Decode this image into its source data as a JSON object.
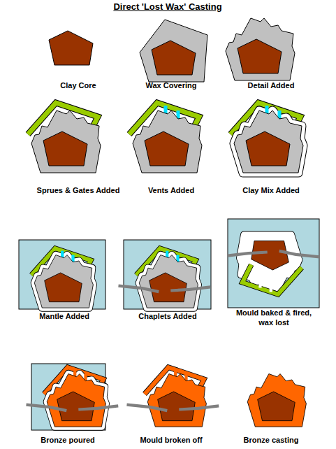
{
  "diagram": {
    "title": "Direct 'Lost Wax' Casting",
    "labels": [
      "Clay Core",
      "Wax Covering",
      "Detail Added",
      "Sprues & Gates Added",
      "Vents Added",
      "Clay Mix Added",
      "Mantle Added",
      "Chaplets Added",
      "Mould baked & fired, wax lost",
      "Bronze poured",
      "Mould broken off",
      "Bronze casting"
    ]
  }
}
